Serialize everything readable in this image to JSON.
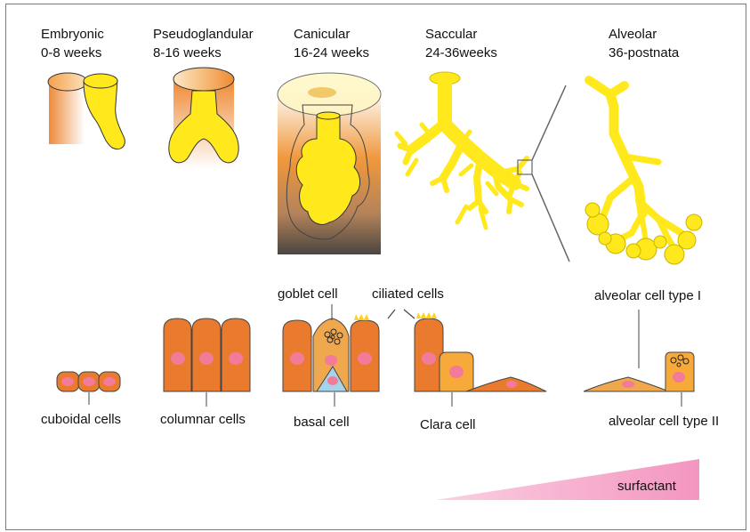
{
  "stages": [
    {
      "name": "Embryonic",
      "period": "0-8 weeks"
    },
    {
      "name": "Pseudoglandular",
      "period": "8-16 weeks"
    },
    {
      "name": "Canicular",
      "period": "16-24 weeks"
    },
    {
      "name": "Saccular",
      "period": "24-36weeks"
    },
    {
      "name": "Alveolar",
      "period": "36-postnata"
    }
  ],
  "cell_labels": {
    "cuboidal": "cuboidal cells",
    "columnar": "columnar cells",
    "goblet": "goblet cell",
    "ciliated": "ciliated cells",
    "basal": "basal cell",
    "clara": "Clara cell",
    "alveolar_type_1": "alveolar cell type I",
    "alveolar_type_2": "alveolar cell type II"
  },
  "surfactant": {
    "label": "surfactant"
  },
  "colors": {
    "airway_yellow": "#ffe81c",
    "cell_orange": "#e97a2e",
    "nucleus_pink": "#f27b9a",
    "basal_blue": "#a7d3ea",
    "cilia_yellow": "#ffd21e",
    "surfactant_pink": "#f7a9c9"
  }
}
